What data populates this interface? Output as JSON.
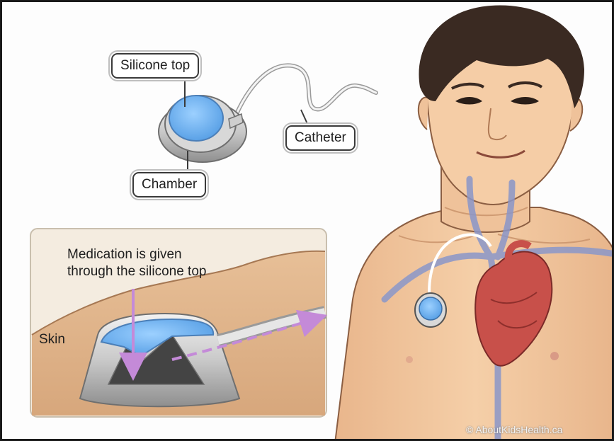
{
  "labels": {
    "silicone_top": "Silicone top",
    "catheter": "Catheter",
    "chamber": "Chamber",
    "skin": "Skin"
  },
  "inset": {
    "caption_line1": "Medication is given",
    "caption_line2": "through the silicone top"
  },
  "credit": "© AboutKidsHealth.ca",
  "colors": {
    "port_blue": "#6fb3f0",
    "skin": "#f2c9a1",
    "skin_shadow": "#dfa97f",
    "vein_blue": "#8a96c9",
    "heart_red": "#c8504a",
    "arrow_purple": "#c48ad8",
    "hair": "#3a2a22",
    "inset_bg": "#efe3d0"
  }
}
